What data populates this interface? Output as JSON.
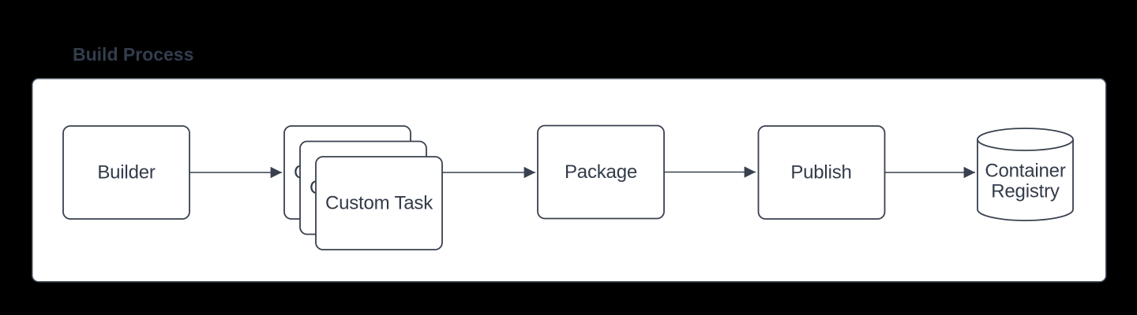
{
  "frame": {
    "title": "Build Process"
  },
  "colors": {
    "background": "#000000",
    "panel_fill": "#ffffff",
    "panel_stroke": "#47505f",
    "shape_stroke": "#39414f",
    "label_text": "#333b4a",
    "title_text": "#333d4d"
  },
  "diagram": {
    "type": "flowchart",
    "nodes": [
      {
        "id": "builder",
        "label": "Builder",
        "shape": "rounded-rect"
      },
      {
        "id": "custom-task",
        "label": "Custom Task",
        "shape": "stacked-rounded-rect",
        "stack_count": 3
      },
      {
        "id": "package",
        "label": "Package",
        "shape": "rounded-rect"
      },
      {
        "id": "publish",
        "label": "Publish",
        "shape": "rounded-rect"
      },
      {
        "id": "container-registry",
        "label": "Container Registry",
        "shape": "cylinder",
        "label_lines": [
          "Container",
          "Registry"
        ]
      }
    ],
    "edges": [
      {
        "from": "builder",
        "to": "custom-task"
      },
      {
        "from": "custom-task",
        "to": "package"
      },
      {
        "from": "package",
        "to": "publish"
      },
      {
        "from": "publish",
        "to": "container-registry"
      }
    ]
  }
}
